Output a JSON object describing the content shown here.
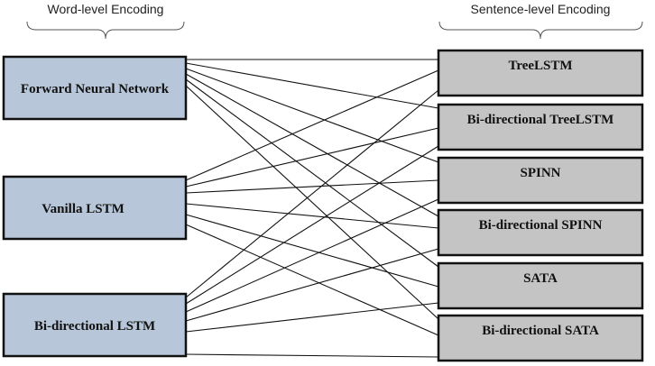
{
  "headers": {
    "word_level": "Word-level Encoding",
    "sentence_level": "Sentence-level Encoding"
  },
  "word_encoders": [
    {
      "id": "ffn",
      "label": "Forward Neural Network"
    },
    {
      "id": "vanilla-lstm",
      "label": "Vanilla LSTM"
    },
    {
      "id": "bilstm",
      "label": "Bi-directional LSTM"
    }
  ],
  "sentence_encoders": [
    {
      "id": "treelstm",
      "label": "TreeLSTM"
    },
    {
      "id": "bi-treelstm",
      "label": "Bi-directional TreeLSTM"
    },
    {
      "id": "spinn",
      "label": "SPINN"
    },
    {
      "id": "bi-spinn",
      "label": "Bi-directional SPINN"
    },
    {
      "id": "sata",
      "label": "SATA"
    },
    {
      "id": "bi-sata",
      "label": "Bi-directional SATA"
    }
  ],
  "connections": "all-to-all",
  "colors": {
    "word_box_fill": "#b7c6d8",
    "sentence_box_fill": "#c4c4c4",
    "border": "#111111"
  }
}
